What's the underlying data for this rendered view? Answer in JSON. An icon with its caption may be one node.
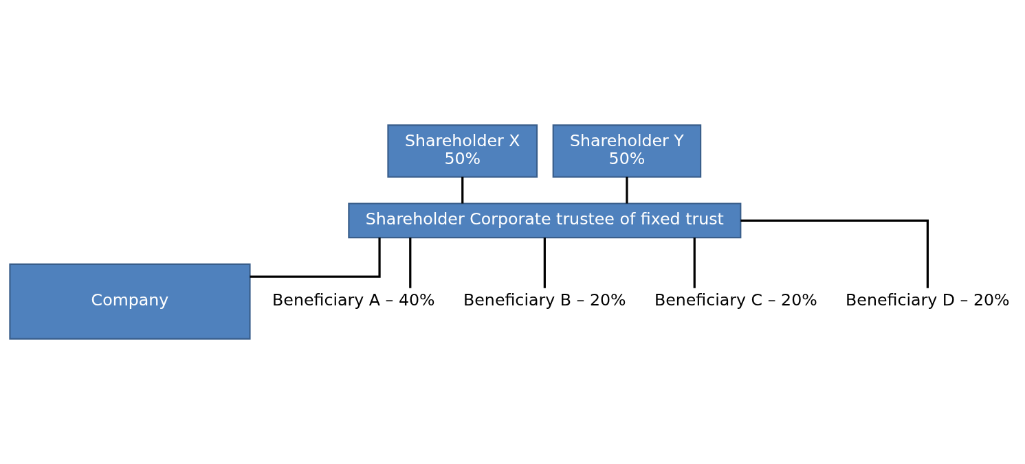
{
  "diagram": {
    "nodes": [
      {
        "text": [
          "Shareholder X",
          "50%"
        ]
      },
      {
        "text": [
          "Shareholder Y",
          "50%"
        ]
      },
      {
        "text": [
          "Shareholder Corporate trustee of fixed trust"
        ]
      },
      {
        "text": [
          "Company"
        ]
      },
      {
        "text": [
          "Beneficiary A – 40%"
        ]
      },
      {
        "text": [
          "Beneficiary B – 20%"
        ]
      },
      {
        "text": [
          "Beneficiary C – 20%"
        ]
      },
      {
        "text": [
          "Beneficiary D – 20%"
        ]
      }
    ],
    "edges": [
      {
        "from": 0,
        "to": 2,
        "arrow": "none"
      },
      {
        "from": 1,
        "to": 2,
        "arrow": "none"
      },
      {
        "from": 2,
        "to": 3,
        "arrow": "none"
      },
      {
        "from": 2,
        "to": 4,
        "arrow": "none"
      },
      {
        "from": 2,
        "to": 5,
        "arrow": "none"
      },
      {
        "from": 2,
        "to": 6,
        "arrow": "none"
      },
      {
        "from": 2,
        "to": 7,
        "arrow": "none"
      }
    ]
  }
}
